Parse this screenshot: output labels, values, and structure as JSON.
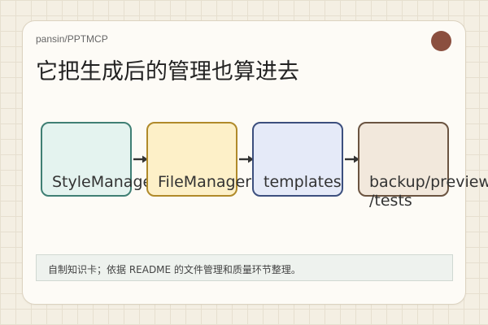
{
  "header": {
    "repo": "pansin/PPTMCP",
    "title": "它把生成后的管理也算进去"
  },
  "colors": {
    "dot": "#8b4f3f"
  },
  "flow": {
    "nodes": [
      {
        "label": "StyleManager",
        "fill": "#e4f3ef",
        "border": "#3f7f74"
      },
      {
        "label": "FileManager",
        "fill": "#fdf0c8",
        "border": "#b08a2a"
      },
      {
        "label": "templates",
        "fill": "#e5eaf8",
        "border": "#3c4f7e"
      },
      {
        "label": "backup/preview\n/tests",
        "fill": "#f2e8dc",
        "border": "#6b5441"
      }
    ]
  },
  "footer": {
    "note": "自制知识卡；依据 README 的文件管理和质量环节整理。"
  }
}
